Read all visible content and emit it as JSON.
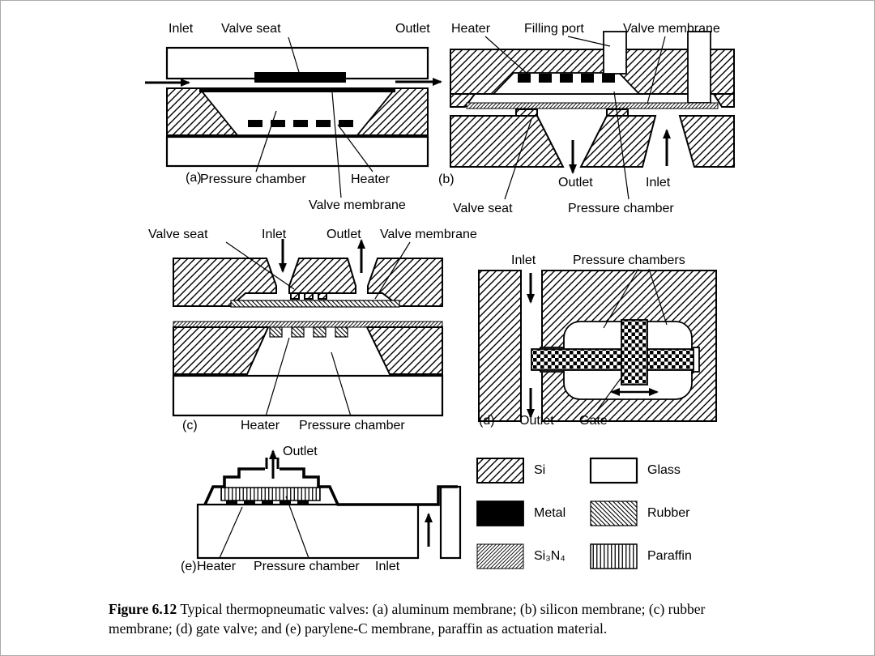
{
  "figure": {
    "panel_a": {
      "tag": "(a)",
      "inlet": "Inlet",
      "valve_seat": "Valve seat",
      "outlet": "Outlet",
      "pressure_chamber": "Pressure chamber",
      "heater": "Heater",
      "valve_membrane": "Valve membrane"
    },
    "panel_b": {
      "tag": "(b)",
      "heater": "Heater",
      "filling_port": "Filling port",
      "valve_membrane": "Valve membrane",
      "outlet": "Outlet",
      "inlet": "Inlet",
      "valve_seat": "Valve seat",
      "pressure_chamber": "Pressure chamber"
    },
    "panel_c": {
      "tag": "(c)",
      "valve_seat": "Valve seat",
      "inlet": "Inlet",
      "outlet": "Outlet",
      "valve_membrane": "Valve membrane",
      "heater": "Heater",
      "pressure_chamber": "Pressure chamber"
    },
    "panel_d": {
      "tag": "(d)",
      "inlet": "Inlet",
      "pressure_chambers": "Pressure chambers",
      "outlet": "Outlet",
      "gate": "Gate"
    },
    "panel_e": {
      "tag": "(e)",
      "outlet": "Outlet",
      "heater": "Heater",
      "pressure_chamber": "Pressure chamber",
      "inlet": "Inlet"
    }
  },
  "legend": {
    "si": "Si",
    "glass": "Glass",
    "metal": "Metal",
    "rubber": "Rubber",
    "si3n4": "Si₃N₄",
    "paraffin": "Paraffin"
  },
  "caption": {
    "figure_label": "Figure 6.12",
    "text": "Typical thermopneumatic valves: (a) aluminum membrane; (b) silicon membrane; (c) rubber membrane; (d) gate valve; and (e) parylene-C membrane, paraffin as actuation material."
  },
  "colors": {
    "ink": "#000000",
    "paper": "#ffffff"
  }
}
